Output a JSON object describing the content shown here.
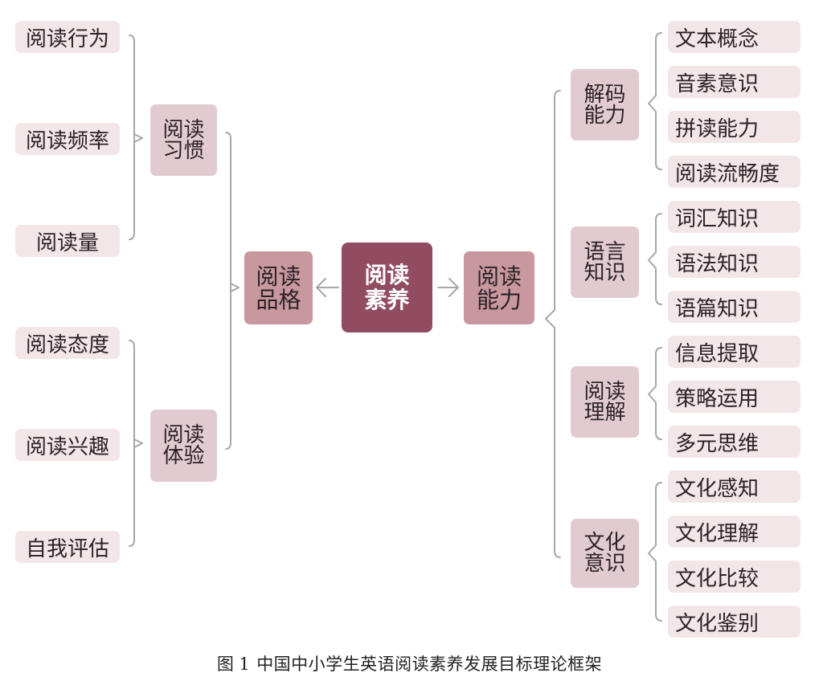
{
  "center": {
    "line1": "阅读",
    "line2": "素养"
  },
  "left": {
    "label": {
      "line1": "阅读",
      "line2": "品格"
    },
    "groups": [
      {
        "line1": "阅读",
        "line2": "习惯",
        "items": [
          "阅读行为",
          "阅读频率",
          "阅读量"
        ]
      },
      {
        "line1": "阅读",
        "line2": "体验",
        "items": [
          "阅读态度",
          "阅读兴趣",
          "自我评估"
        ]
      }
    ]
  },
  "right": {
    "label": {
      "line1": "阅读",
      "line2": "能力"
    },
    "groups": [
      {
        "line1": "解码",
        "line2": "能力",
        "items": [
          "文本概念",
          "音素意识",
          "拼读能力",
          "阅读流畅度"
        ]
      },
      {
        "line1": "语言",
        "line2": "知识",
        "items": [
          "词汇知识",
          "语法知识",
          "语篇知识"
        ]
      },
      {
        "line1": "阅读",
        "line2": "理解",
        "items": [
          "信息提取",
          "策略运用",
          "多元思维"
        ]
      },
      {
        "line1": "文化",
        "line2": "意识",
        "items": [
          "文化感知",
          "文化理解",
          "文化比较",
          "文化鉴别"
        ]
      }
    ]
  },
  "caption": {
    "figure": "图",
    "number": "1",
    "text": "中国中小学生英语阅读素养发展目标理论框架"
  },
  "colors": {
    "center": "#924c61",
    "level1": "#c9989f",
    "level2": "#e2cbd0",
    "leaf": "#f3e6e8",
    "connector": "#a7a7a7"
  }
}
